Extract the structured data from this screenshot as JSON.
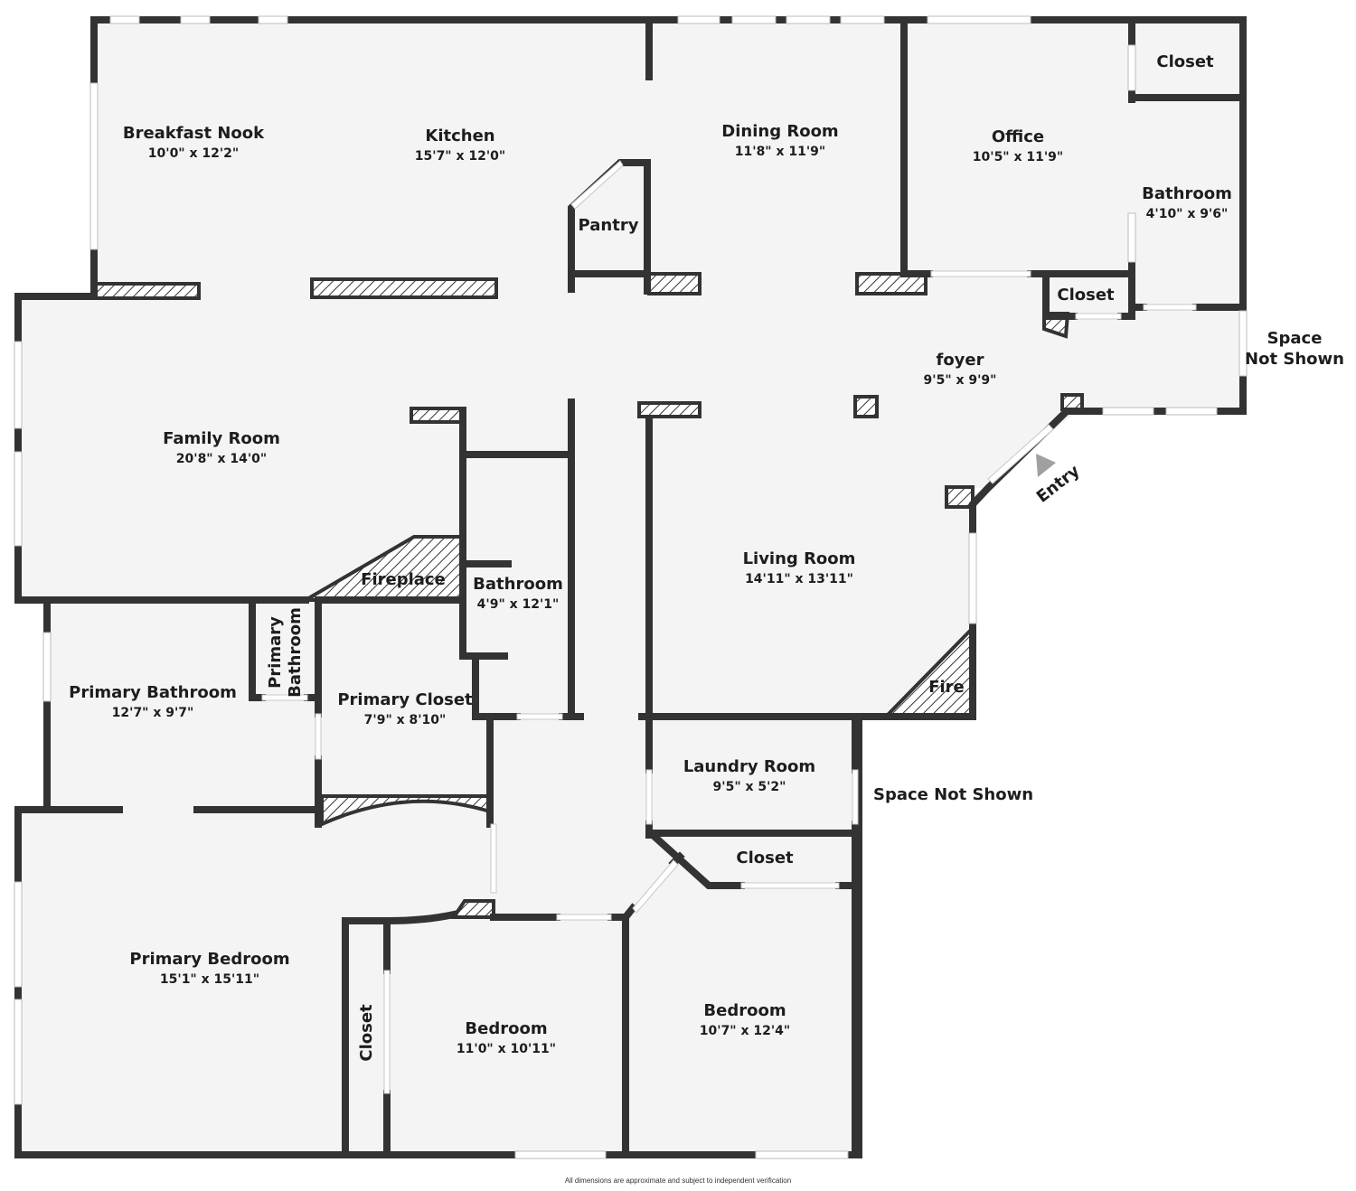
{
  "rooms": {
    "breakfast_nook": {
      "name": "Breakfast Nook",
      "dims": "10'0\" x 12'2\""
    },
    "kitchen": {
      "name": "Kitchen",
      "dims": "15'7\" x 12'0\""
    },
    "dining_room": {
      "name": "Dining Room",
      "dims": "11'8\" x 11'9\""
    },
    "office": {
      "name": "Office",
      "dims": "10'5\" x 11'9\""
    },
    "closet_ne": {
      "name": "Closet"
    },
    "bathroom_ne": {
      "name": "Bathroom",
      "dims": "4'10\" x 9'6\""
    },
    "pantry": {
      "name": "Pantry"
    },
    "closet_foyer": {
      "name": "Closet"
    },
    "foyer": {
      "name": "foyer",
      "dims": "9'5\" x 9'9\""
    },
    "family_room": {
      "name": "Family Room",
      "dims": "20'8\" x 14'0\""
    },
    "fireplace": {
      "name": "Fireplace"
    },
    "bathroom_hall": {
      "name": "Bathroom",
      "dims": "4'9\" x 12'1\""
    },
    "living_room": {
      "name": "Living Room",
      "dims": "14'11\" x 13'11\""
    },
    "fire": {
      "name": "Fire"
    },
    "primary_wc_line1": {
      "name": "Primary"
    },
    "primary_wc_line2": {
      "name": "Bathroom"
    },
    "primary_bathroom": {
      "name": "Primary Bathroom",
      "dims": "12'7\" x 9'7\""
    },
    "primary_closet": {
      "name": "Primary Closet",
      "dims": "7'9\" x 8'10\""
    },
    "laundry_room": {
      "name": "Laundry Room",
      "dims": "9'5\" x 5'2\""
    },
    "closet_laundry": {
      "name": "Closet"
    },
    "primary_bedroom": {
      "name": "Primary Bedroom",
      "dims": "15'1\" x 15'11\""
    },
    "closet_bedroom": {
      "name": "Closet"
    },
    "bedroom_center": {
      "name": "Bedroom",
      "dims": "11'0\" x 10'11\""
    },
    "bedroom_right": {
      "name": "Bedroom",
      "dims": "10'7\" x 12'4\""
    }
  },
  "labels": {
    "space_not_shown_top_line1": "Space",
    "space_not_shown_top_line2": "Not Shown",
    "space_not_shown_mid": "Space Not Shown",
    "entry": "Entry"
  },
  "footer": "All dimensions are approximate and subject to independent verification",
  "colors": {
    "wall": "#333333",
    "floor": "#f4f4f4",
    "window": "#ffffff",
    "hatch": "#333333"
  }
}
